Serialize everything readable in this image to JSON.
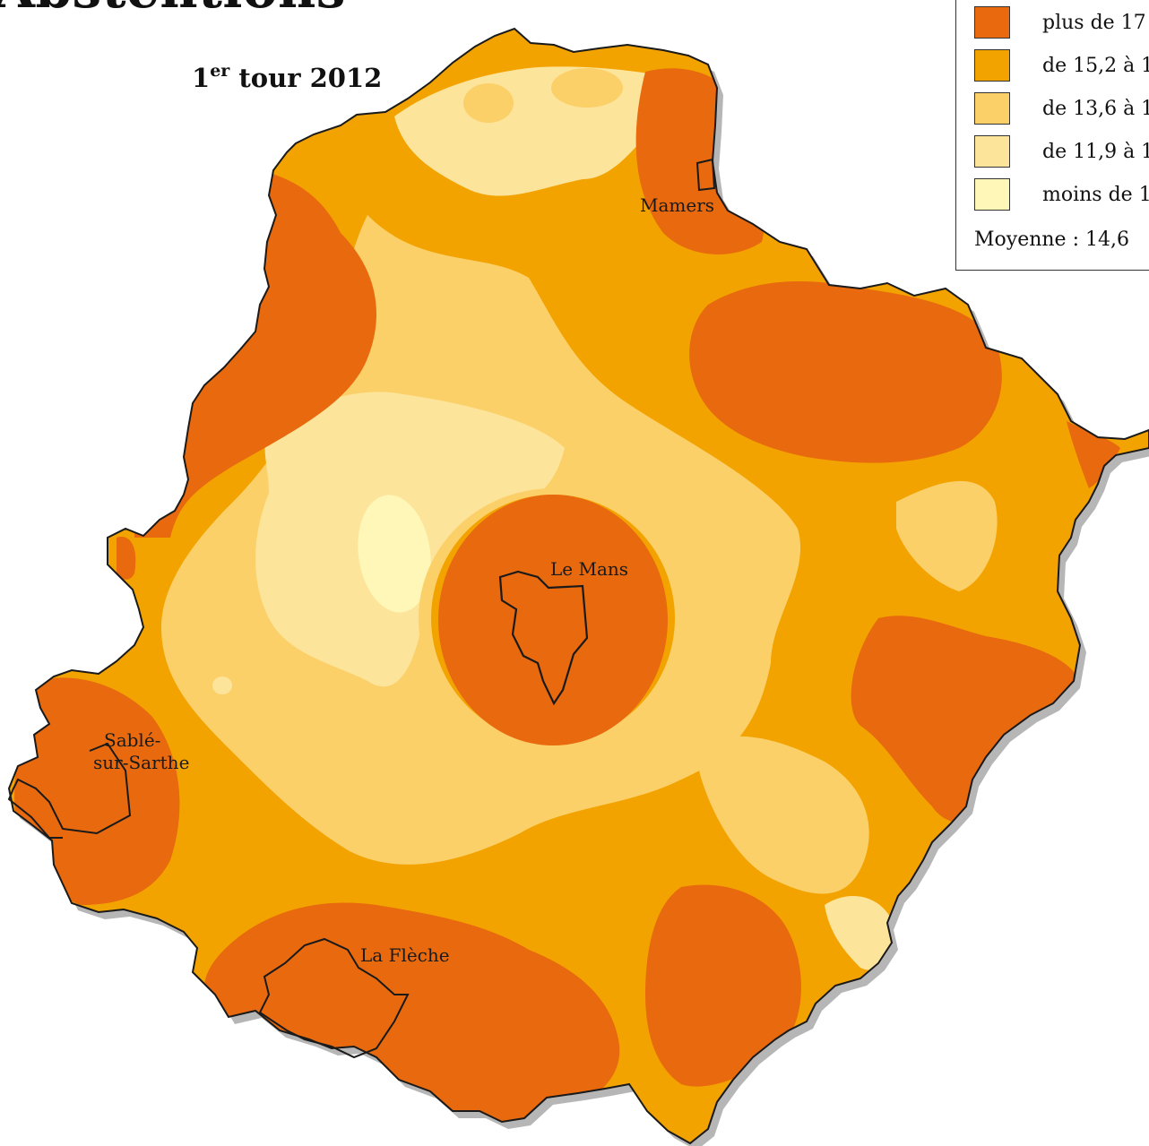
{
  "header": {
    "title": "Abstentions",
    "subtitle_main": "1",
    "subtitle_sup": "er",
    "subtitle_rest": " tour 2012"
  },
  "legend": {
    "classes": [
      {
        "label": "plus de 17",
        "color": "#e8690e"
      },
      {
        "label": "de 15,2 à 1",
        "color": "#f3a300"
      },
      {
        "label": "de 13,6 à 1",
        "color": "#fcd068"
      },
      {
        "label": "de 11,9 à 1",
        "color": "#fde49b"
      },
      {
        "label": "moins de 1",
        "color": "#fff7b8"
      }
    ],
    "average": "Moyenne : 14,6"
  },
  "cities": {
    "mamers": "Mamers",
    "le_mans": "Le Mans",
    "sable_line1": "Sablé-",
    "sable_line2": "sur-Sarthe",
    "la_fleche": "La Flèche"
  },
  "colors": {
    "outline": "#1a1a1a",
    "shadow": "#7a7a7a"
  }
}
